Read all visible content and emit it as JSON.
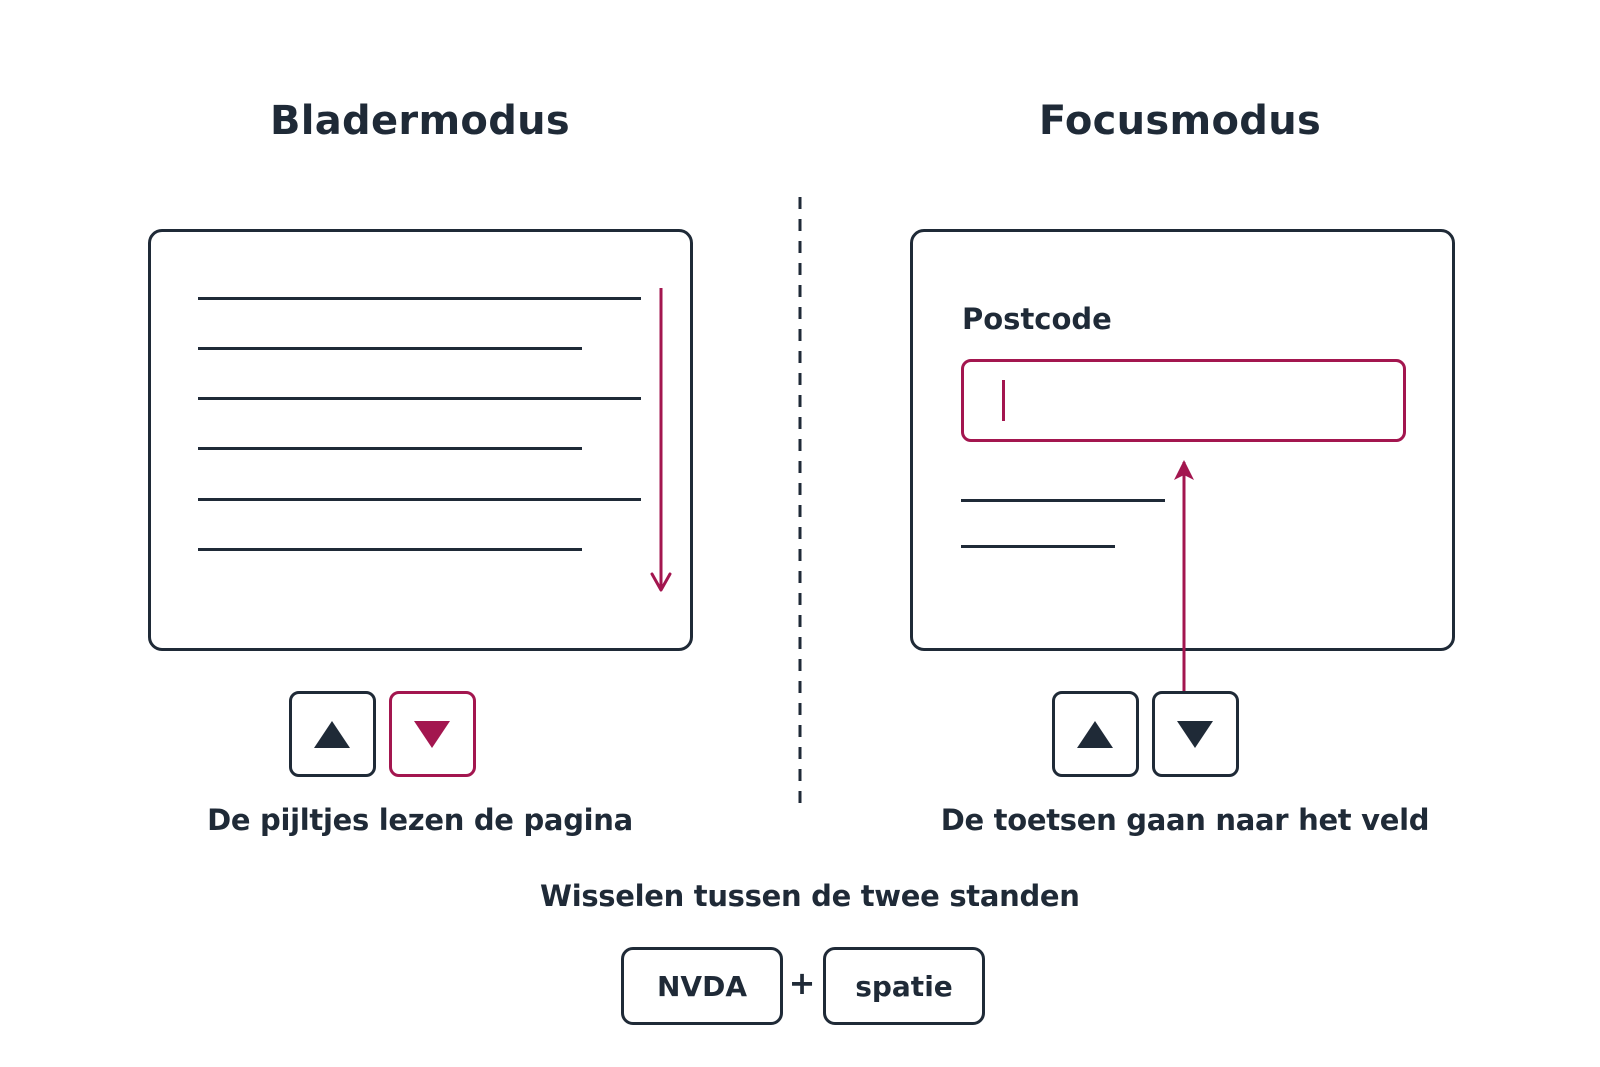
{
  "left": {
    "title": "Bladermodus",
    "caption": "De pijltjes lezen de pagina",
    "keys": {
      "up": "up-arrow-icon",
      "down": "down-arrow-icon",
      "active": "down"
    }
  },
  "right": {
    "title": "Focusmodus",
    "field_label": "Postcode",
    "caption": "De toetsen gaan naar het veld",
    "keys": {
      "up": "up-arrow-icon",
      "down": "down-arrow-icon"
    }
  },
  "toggle": {
    "caption": "Wisselen tussen de twee standen",
    "key1": "NVDA",
    "plus": "+",
    "key2": "spatie"
  },
  "colors": {
    "ink": "#1f2a37",
    "accent": "#a3164f"
  }
}
